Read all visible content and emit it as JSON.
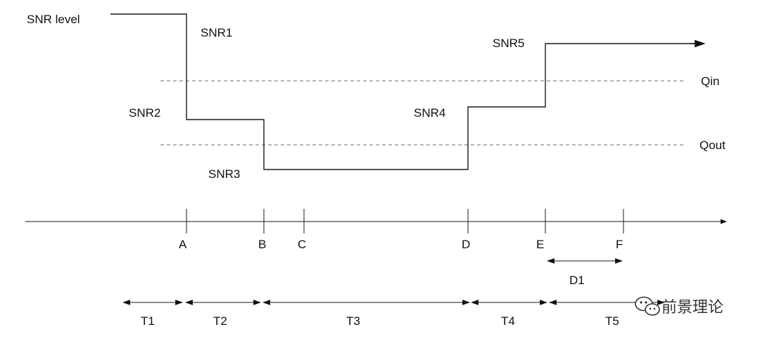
{
  "labels": {
    "snr_level": "SNR level",
    "snr1": "SNR1",
    "snr2": "SNR2",
    "snr3": "SNR3",
    "snr4": "SNR4",
    "snr5": "SNR5",
    "qin": "Qin",
    "qout": "Qout"
  },
  "ticks": {
    "a": "A",
    "b": "B",
    "c": "C",
    "d": "D",
    "e": "E",
    "f": "F"
  },
  "intervals": {
    "d1": "D1",
    "t1": "T1",
    "t2": "T2",
    "t3": "T3",
    "t4": "T4",
    "t5": "T5"
  },
  "watermark": {
    "text": "前景理论"
  }
}
